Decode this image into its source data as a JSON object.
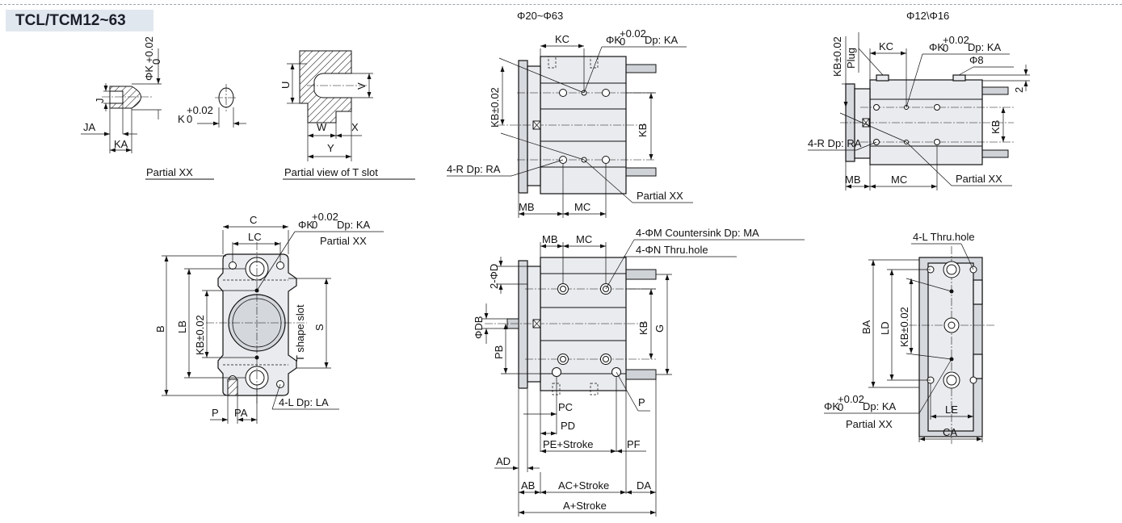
{
  "title": "TCL/TCM12~63",
  "partial_xx": {
    "phi_k": "ΦK",
    "tol_plus": "+0.02",
    "tol_zero": "0",
    "k": "K",
    "j": "J",
    "ja": "JA",
    "ka": "KA",
    "caption": "Partial XX"
  },
  "t_slot": {
    "u": "U",
    "v": "V",
    "w": "W",
    "x": "X",
    "y": "Y",
    "caption": "Partial view of T slot"
  },
  "top_middle": {
    "heading": "Φ20~Φ63",
    "kc": "KC",
    "phik_label": "ΦK",
    "tol_plus": "+0.02",
    "tol_zero": "0",
    "dp_ka": "Dp: KA",
    "kb_tol": "KB±0.02",
    "kb": "KB",
    "r_label": "4-R Dp: RA",
    "partial": "Partial XX",
    "mb": "MB",
    "mc": "MC"
  },
  "top_right": {
    "heading": "Φ12\\Φ16",
    "kb_tol": "KB±0.02",
    "plug": "Plug",
    "kc": "KC",
    "phik_label": "ΦK",
    "tol_plus": "+0.02",
    "tol_zero": "0",
    "dp_ka": "Dp: KA",
    "phi8": "Φ8",
    "two": "2",
    "kb": "KB",
    "r_label": "4-R Dp: RA",
    "partial": "Partial XX",
    "mb": "MB",
    "mc": "MC"
  },
  "front": {
    "c": "C",
    "lc": "LC",
    "phik_label": "ΦK",
    "tol_plus": "+0.02",
    "tol_zero": "0",
    "dp_ka": "Dp: KA",
    "partial": "Partial XX",
    "b": "B",
    "lb": "LB",
    "kb_tol": "KB±0.02",
    "t_slot": "T shape slot",
    "s": "S",
    "p": "P",
    "pa": "PA",
    "l_dp": "4-L Dp: LA"
  },
  "bottom_middle": {
    "mb": "MB",
    "mc": "MC",
    "countersink": "4-ΦM Countersink Dp: MA",
    "thru": "4-ΦN Thru.hole",
    "two_phid": "2-ΦD",
    "phidb": "ΦDB",
    "pb": "PB",
    "kb": "KB",
    "g": "G",
    "p": "P",
    "pc": "PC",
    "pd": "PD",
    "pe": "PE+Stroke",
    "pf": "PF",
    "ad": "AD",
    "ab": "AB",
    "ac": "AC+Stroke",
    "da": "DA",
    "a": "A+Stroke"
  },
  "bottom_right": {
    "l_thru": "4-L Thru.hole",
    "ba": "BA",
    "ld": "LD",
    "kb_tol": "KB±0.02",
    "phik_label": "ΦK",
    "tol_plus": "+0.02",
    "tol_zero": "0",
    "dp_ka": "Dp: KA",
    "partial": "Partial XX",
    "le": "LE",
    "ca": "CA"
  }
}
